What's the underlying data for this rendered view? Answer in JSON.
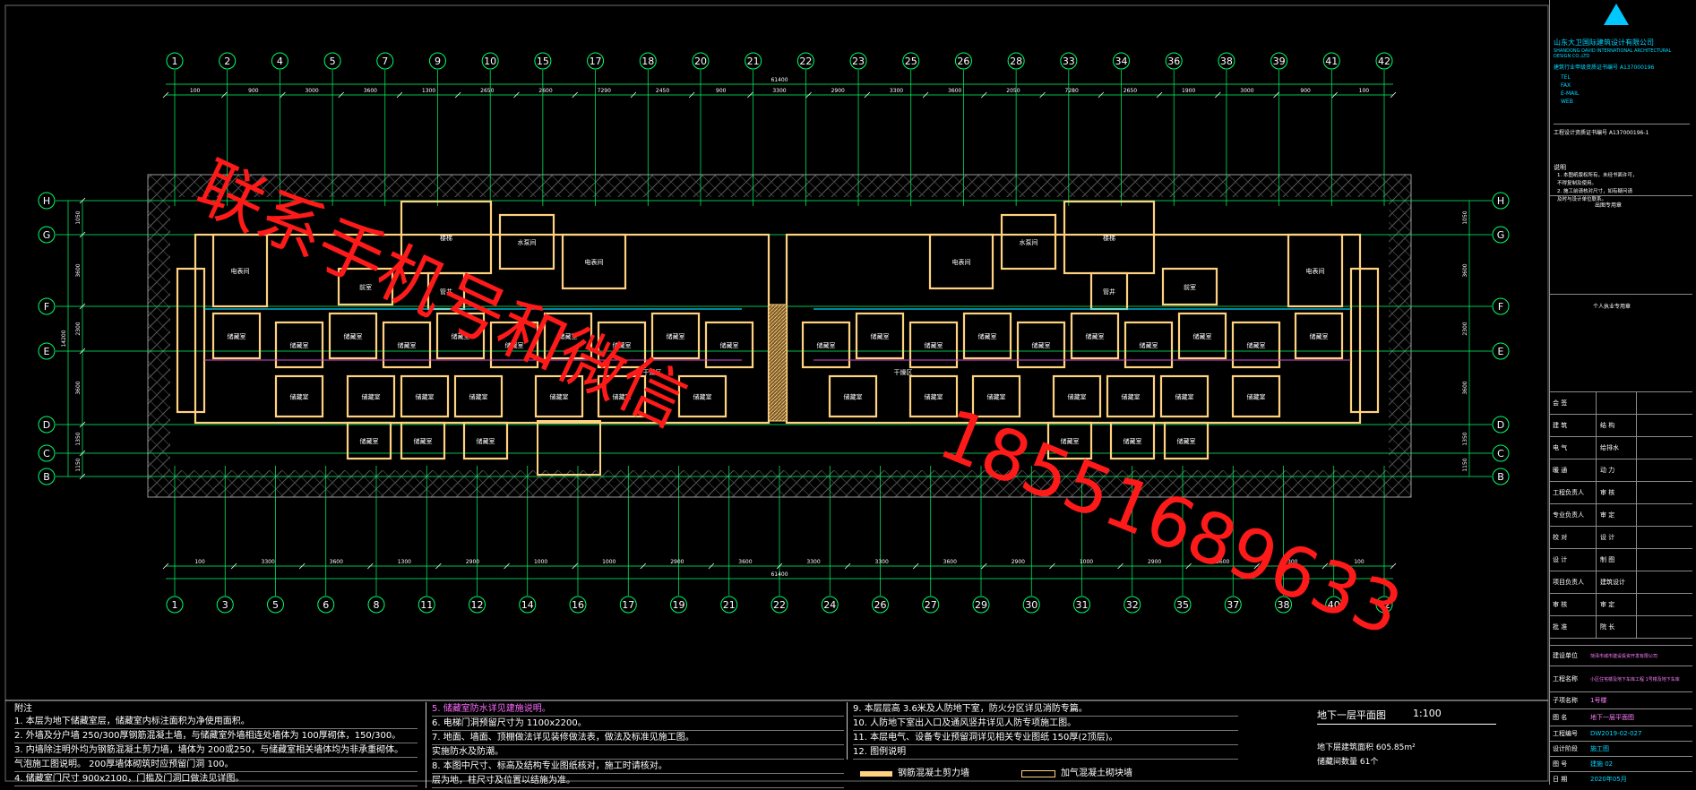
{
  "colors": {
    "background": "#000000",
    "axis": "#00ff66",
    "wall": "#ffd27f",
    "hatch": "#5a5a5a",
    "inner": "#d94ad9",
    "cyan": "#00d8ff",
    "text": "#ffffff",
    "watermark": "#ff1a1a",
    "frame": "#6f6f6f"
  },
  "watermark": {
    "line1": "联系手机号和微信",
    "line2": "18551689633"
  },
  "axes": {
    "top": [
      "1",
      "2",
      "4",
      "5",
      "7",
      "9",
      "10",
      "15",
      "17",
      "18",
      "20",
      "21",
      "22",
      "23",
      "25",
      "26",
      "28",
      "33",
      "34",
      "36",
      "38",
      "39",
      "41",
      "42"
    ],
    "bottom": [
      "1",
      "3",
      "5",
      "6",
      "8",
      "11",
      "12",
      "14",
      "16",
      "17",
      "19",
      "21",
      "22",
      "24",
      "26",
      "27",
      "29",
      "30",
      "31",
      "32",
      "35",
      "37",
      "38",
      "40",
      "42"
    ],
    "left": [
      "H",
      "G",
      "F",
      "E",
      "D",
      "C",
      "B"
    ],
    "right": [
      "H",
      "G",
      "F",
      "E",
      "D",
      "C",
      "B"
    ]
  },
  "dims": {
    "top_segments": [
      "100",
      "900",
      "3000",
      "3600",
      "1300",
      "2650",
      "2600",
      "7290",
      "2450",
      "900",
      "3300",
      "2900",
      "3300",
      "3600",
      "2050",
      "7280",
      "2650",
      "1900",
      "3000",
      "900",
      "100"
    ],
    "top_total": "61400",
    "bottom_segments": [
      "100",
      "3300",
      "3600",
      "1300",
      "2900",
      "1000",
      "1000",
      "2900",
      "3600",
      "3300",
      "3300",
      "3600",
      "2900",
      "1000",
      "2900",
      "3600",
      "3300",
      "100"
    ],
    "bottom_total": "61400",
    "left_segments": [
      "1050",
      "3600",
      "2300",
      "3600",
      "1350",
      "1150"
    ],
    "left_total": "14200"
  },
  "rooms": {
    "cellar": "储藏室",
    "pump": "水泵间",
    "electric": "电表间",
    "stair": "楼梯",
    "shaft": "管井",
    "front": "前室",
    "dry": "干燥区"
  },
  "notes": {
    "title": "附注",
    "col1": [
      "1. 本层为地下储藏室层，储藏室内标注面积为净使用面积。",
      "2. 外墙及分户墙 250/300厚钢筋混凝土墙，与储藏室外墙相连处墙体为 100厚砌体，150/300。",
      "3. 内墙除注明外均为钢筋混凝土剪力墙，墙体为 200或250，与储藏室相关墙体均为非承重砌体。",
      "气泡施工图说明。 200厚墙体砌筑时应预留门洞 100。",
      "4. 储藏室门尺寸 900x2100，门槛及门洞口做法见详图。"
    ],
    "col2": [
      "5. 储藏室防水详见建施说明。",
      "6. 电梯门洞预留尺寸为 1100x2200。",
      "7. 地面、墙面、顶棚做法详见装修做法表，做法及标准见施工图。",
      "实施防水及防潮。",
      "8. 本图中尺寸、标高及结构专业图纸核对，施工时请核对。",
      "层为地，柱尺寸及位置以结施为准。"
    ],
    "col3": [
      "9. 本层层高 3.6米及人防地下室，防火分区详见消防专篇。",
      "10. 人防地下室出入口及通风竖井详见人防专项施工图。",
      "11. 本层电气、设备专业预留洞详见相关专业图纸 150厚(2顶层)。",
      "12. 图例说明"
    ],
    "legend_wall": "钢筋混凝土剪力墙",
    "legend_block": "加气混凝土砌块墙"
  },
  "sheet": {
    "name": "地下一层平面图",
    "scale": "1:100",
    "area_label": "地下层建筑面积 605.85m²",
    "count_label": "储藏间数量 61个"
  },
  "titleblock": {
    "company": "山东大卫国际建筑设计有限公司",
    "company_en": "SHANDONG DAVID INTERNATIONAL ARCHITECTURAL DESIGN CO.,LTD",
    "license": "建筑行业甲级资质证书编号 A137000196",
    "lines": [
      "TEL",
      "FAX",
      "E-MAIL",
      "WEB"
    ],
    "stamp_note": "工程设计资质证书编号 A137000196-1",
    "note_title": "说明",
    "notes": [
      "1. 本图纸版权所有，未经书面许可，",
      "不得复制及使用。",
      "2. 施工前请核对尺寸，如有疑问请",
      "及时与设计单位联系。"
    ],
    "stamp1": "出图专用章",
    "stamp2": "个人执业专用章",
    "rows": [
      {
        "label": "会 签",
        "value": ""
      },
      {
        "label": "建 筑",
        "value": "结 构"
      },
      {
        "label": "电 气",
        "value": "给排水"
      },
      {
        "label": "暖 通",
        "value": "动 力"
      },
      {
        "label": "工程负责人",
        "value": "审 核"
      },
      {
        "label": "专业负责人",
        "value": "审 定"
      },
      {
        "label": "校 对",
        "value": "设 计"
      },
      {
        "label": "设 计",
        "value": "制 图"
      },
      {
        "label": "项目负责人",
        "value": "建筑设计"
      },
      {
        "label": "审 核",
        "value": "审 定"
      },
      {
        "label": "批 准",
        "value": "院 长"
      }
    ],
    "client_label": "建设单位",
    "client_value": "菏泽市城市建设投资开发有限公司",
    "project_label": "工程名称",
    "project_value": "小区住宅楼及地下车库工程 1号楼及地下车库",
    "item_label": "子项名称",
    "item_value": "1号楼",
    "drawing_label": "图 名",
    "drawing_value": "地下一层平面图",
    "no_label": "工程编号",
    "no_value": "DW2019-02-027",
    "stage_label": "设计阶段",
    "stage_value": "施工图",
    "sheet_label": "图 号",
    "sheet_value": "建施 02",
    "date_label": "日 期",
    "date_value": "2020年05月"
  }
}
